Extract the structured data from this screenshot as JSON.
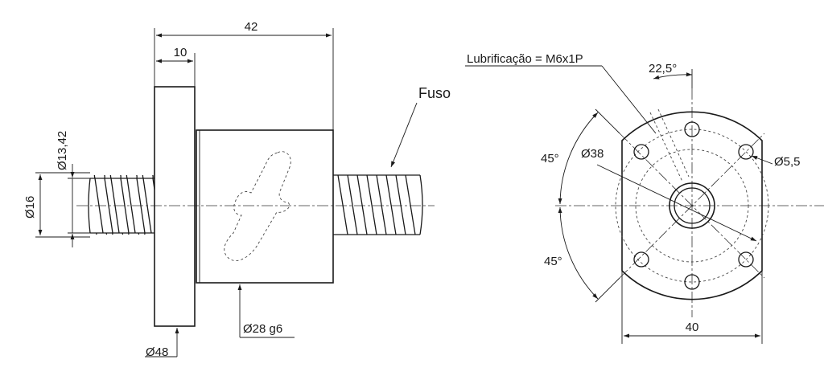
{
  "side_view": {
    "dim_overall_length": "42",
    "dim_flange_thickness": "10",
    "dim_flange_diameter": "Ø48",
    "dim_body_diameter": "Ø28 g6",
    "dim_root_diameter": "Ø13,42",
    "dim_screw_diameter": "Ø16",
    "screw_label": "Fuso"
  },
  "front_view": {
    "lubrication_label": "Lubrificação = M6x1P",
    "dim_angle_lub": "22,5°",
    "dim_angle_upper": "45°",
    "dim_angle_lower": "45°",
    "dim_bolt_circle": "Ø38",
    "dim_hole_diameter": "Ø5,5",
    "dim_width": "40"
  },
  "colors": {
    "line": "#1a1a1a",
    "background": "#ffffff"
  }
}
